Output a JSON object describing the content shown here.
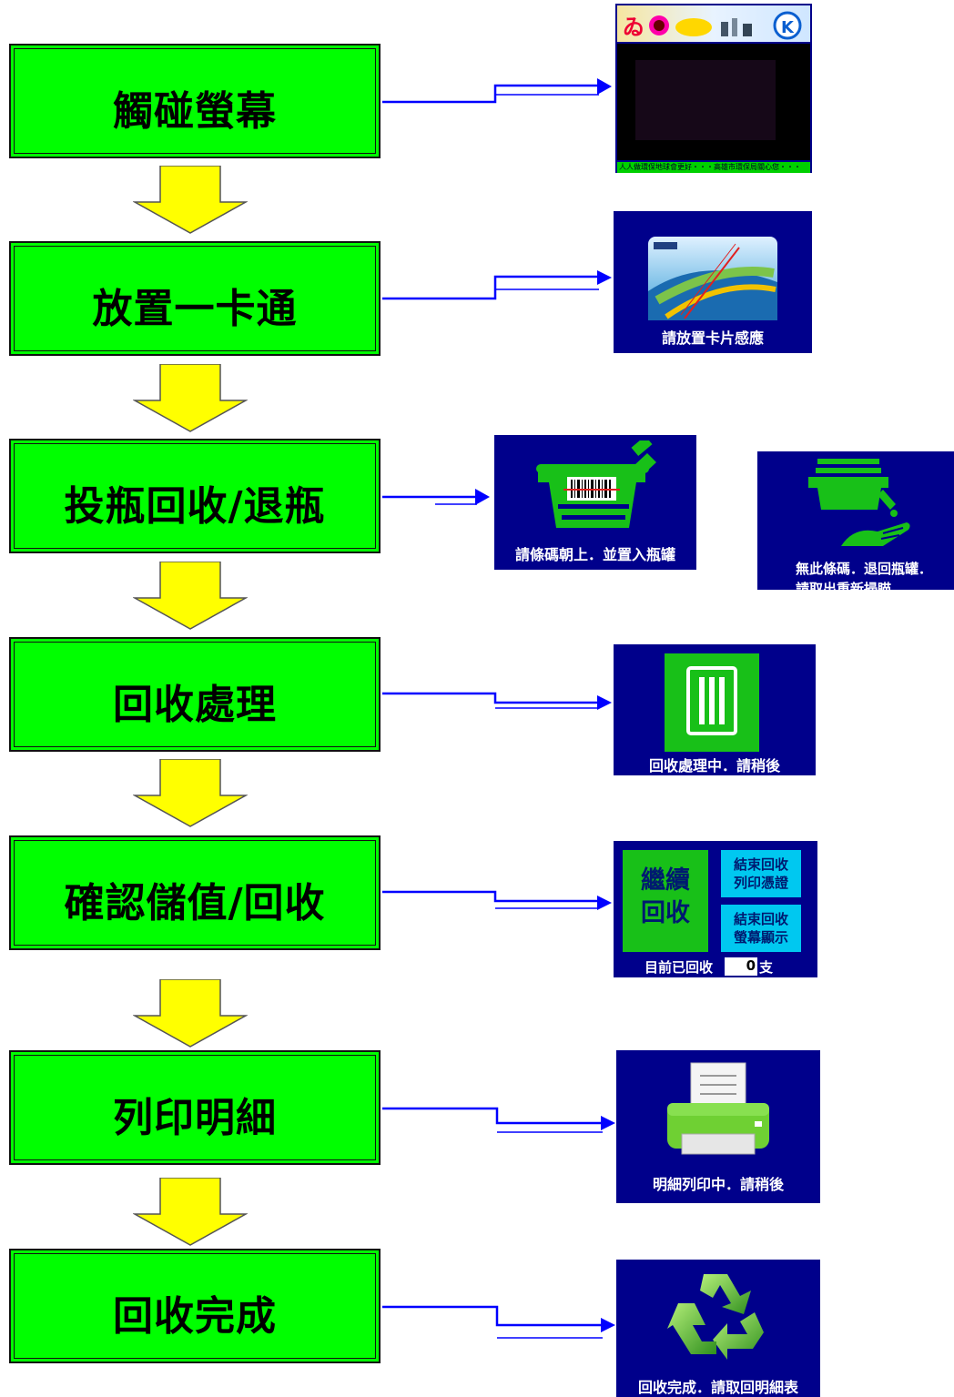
{
  "steps": [
    {
      "label": "觸碰螢幕"
    },
    {
      "label": "放置一卡通"
    },
    {
      "label": "投瓶回收/退瓶"
    },
    {
      "label": "回收處理"
    },
    {
      "label": "確認儲值/回收"
    },
    {
      "label": "列印明細"
    },
    {
      "label": "回收完成"
    }
  ],
  "screens": {
    "touch": {
      "ticker": "人人做環保地球會更好・・・高雄市環保局關心您・・・"
    },
    "card": {
      "caption": "請放置卡片感應"
    },
    "insert": {
      "caption": "請條碼朝上．並置入瓶罐"
    },
    "reject": {
      "caption_line1": "無此條碼．退回瓶罐．",
      "caption_line2": "請取出重新掃瞄。"
    },
    "process": {
      "caption": "回收處理中．請稍後"
    },
    "confirm": {
      "continue_line1": "繼續",
      "continue_line2": "回收",
      "end_print_line1": "結束回收",
      "end_print_line2": "列印憑證",
      "end_show_line1": "結束回收",
      "end_show_line2": "螢幕顯示",
      "count_label": "目前已回收",
      "count_value": "0",
      "count_unit": "支"
    },
    "print": {
      "caption": "明細列印中．請稍後"
    },
    "done": {
      "caption": "回收完成．請取回明細表"
    }
  },
  "colors": {
    "step_fill": "#00ff00",
    "arrow_fill": "#ffff00",
    "screen_bg": "#00008b",
    "connector": "#0000ff"
  }
}
